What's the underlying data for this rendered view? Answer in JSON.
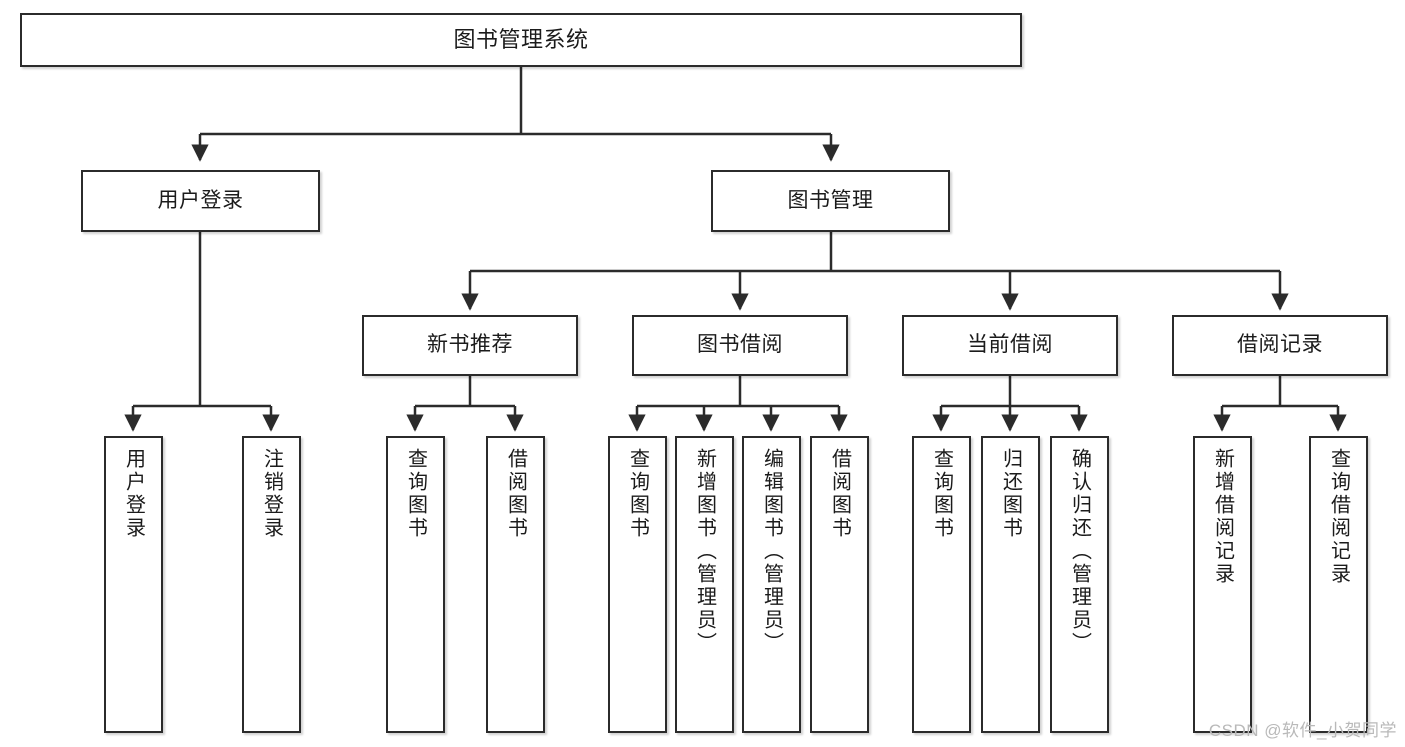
{
  "diagram": {
    "title": "图书管理系统",
    "watermark": "CSDN @软件_小贺同学",
    "levels": {
      "root": {
        "label": "图书管理系统"
      },
      "level2": [
        {
          "id": "user-login",
          "label": "用户登录"
        },
        {
          "id": "book-management",
          "label": "图书管理"
        }
      ],
      "level3": [
        {
          "id": "new-book-recommend",
          "label": "新书推荐"
        },
        {
          "id": "book-borrow",
          "label": "图书借阅"
        },
        {
          "id": "current-borrow",
          "label": "当前借阅"
        },
        {
          "id": "borrow-record",
          "label": "借阅记录"
        }
      ],
      "leaves": [
        {
          "id": "leaf-user-login",
          "label": "用户登录",
          "parent": "user-login"
        },
        {
          "id": "leaf-user-logout",
          "label": "注销登录",
          "parent": "user-login"
        },
        {
          "id": "leaf-query-book-1",
          "label": "查询图书",
          "parent": "new-book-recommend"
        },
        {
          "id": "leaf-borrow-book-1",
          "label": "借阅图书",
          "parent": "new-book-recommend"
        },
        {
          "id": "leaf-query-book-2",
          "label": "查询图书",
          "parent": "book-borrow"
        },
        {
          "id": "leaf-add-book",
          "label": "新增图书（管理员）",
          "parent": "book-borrow"
        },
        {
          "id": "leaf-edit-book",
          "label": "编辑图书（管理员）",
          "parent": "book-borrow"
        },
        {
          "id": "leaf-borrow-book-2",
          "label": "借阅图书",
          "parent": "book-borrow"
        },
        {
          "id": "leaf-query-book-3",
          "label": "查询图书",
          "parent": "current-borrow"
        },
        {
          "id": "leaf-return-book",
          "label": "归还图书",
          "parent": "current-borrow"
        },
        {
          "id": "leaf-confirm-return",
          "label": "确认归还（管理员）",
          "parent": "current-borrow"
        },
        {
          "id": "leaf-add-record",
          "label": "新增借阅记录",
          "parent": "borrow-record"
        },
        {
          "id": "leaf-query-record",
          "label": "查询借阅记录",
          "parent": "borrow-record"
        }
      ]
    },
    "colors": {
      "stroke": "#2b2b2b",
      "fill": "#ffffff",
      "text": "#1b1b1b",
      "watermark": "#b9b9b9"
    }
  }
}
